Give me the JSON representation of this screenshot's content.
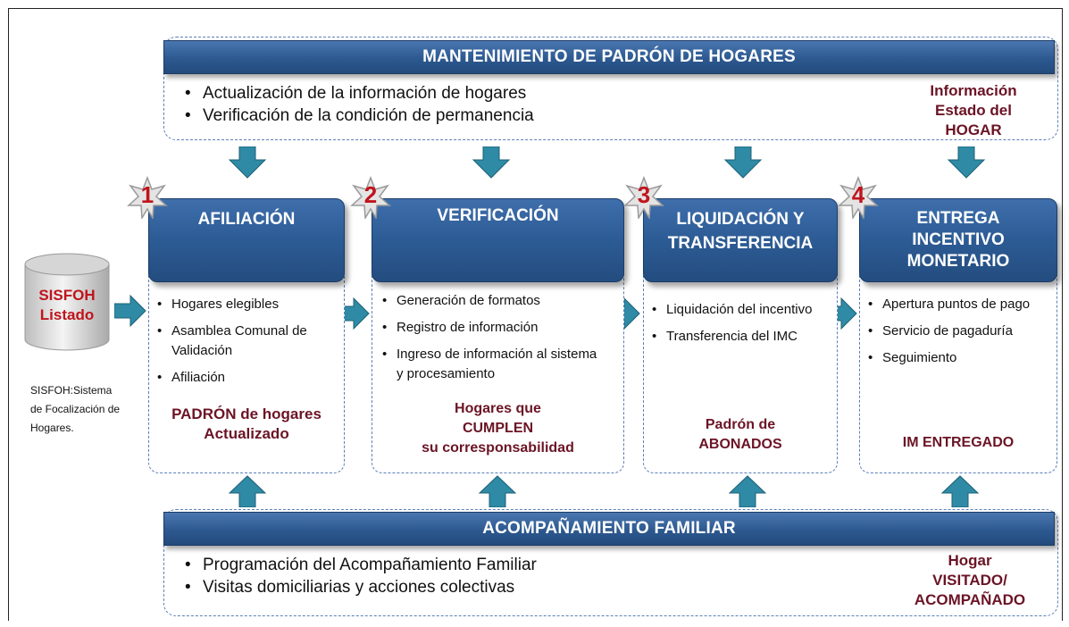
{
  "top": {
    "title": "MANTENIMIENTO DE PADRÓN DE HOGARES",
    "bullets": [
      "Actualización de la información de hogares",
      "Verificación de la condición de permanencia"
    ],
    "result_lines": [
      "Información",
      "Estado del",
      "HOGAR"
    ]
  },
  "bottom": {
    "title": "ACOMPAÑAMIENTO FAMILIAR",
    "bullets": [
      "Programación del Acompañamiento Familiar",
      "Visitas domiciliarias y acciones colectivas"
    ],
    "result_lines": [
      "Hogar",
      "VISITADO/",
      "ACOMPAÑADO"
    ]
  },
  "source": {
    "label_lines": [
      "SISFOH",
      "Listado"
    ],
    "note_lines": [
      "SISFOH:Sistema",
      "de Focalización de",
      "Hogares."
    ]
  },
  "steps": [
    {
      "number": "1",
      "title_lines": [
        "AFILIACIÓN"
      ],
      "items": [
        "Hogares elegibles",
        "Asamblea Comunal de Validación",
        "Afiliación"
      ],
      "result_lines": [
        "PADRÓN de hogares",
        "Actualizado"
      ]
    },
    {
      "number": "2",
      "title_lines": [
        "VERIFICACIÓN"
      ],
      "items": [
        "Generación de formatos",
        "Registro de información",
        "Ingreso  de información al sistema y procesamiento"
      ],
      "result_lines": [
        "Hogares que",
        "CUMPLEN",
        "su corresponsabilidad"
      ]
    },
    {
      "number": "3",
      "title_lines": [
        "LIQUIDACIÓN Y",
        "TRANSFERENCIA"
      ],
      "items": [
        "Liquidación del incentivo",
        "Transferencia del IMC"
      ],
      "result_lines": [
        "Padrón de",
        "ABONADOS"
      ]
    },
    {
      "number": "4",
      "title_lines": [
        "ENTREGA",
        "INCENTIVO",
        "MONETARIO"
      ],
      "items": [
        "Apertura puntos de pago",
        "Servicio de pagaduría",
        "Seguimiento"
      ],
      "result_lines": [
        "IM ENTREGADO"
      ]
    }
  ],
  "colors": {
    "banner_blue": "#2d5990",
    "maroon_text": "#6b1425",
    "red_number": "#c0141c",
    "arrow_teal": "#2f8aa5",
    "dash_border": "#5a7fb8"
  }
}
